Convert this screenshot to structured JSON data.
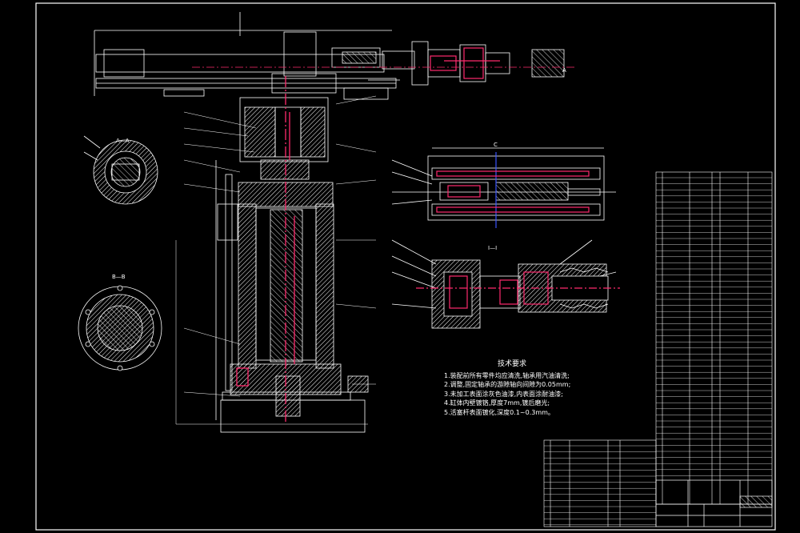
{
  "drawing": {
    "background": "#000000",
    "line_color": "#ffffff",
    "centerline_color": "#ff2a6d",
    "shaft_color": "#3a55ff",
    "hatch_color": "#ffffff",
    "tech_notes": {
      "title": "技术要求",
      "lines": [
        "1.装配前所有零件均应清洗,轴承用汽油清洗;",
        "2.调整,固定轴承的游隙轴向间隙为0.05mm;",
        "3.未加工表面涂灰色油漆,内表面涂耐油漆;",
        "4.缸体内壁镀铬,厚度7mm,镀后磨光;",
        "5.活塞杆表面镀化,深度0.1~0.3mm。"
      ]
    },
    "section_labels": {
      "top_view": "A",
      "left_upper": "A—A",
      "left_lower": "B—B",
      "mid_upper": "C",
      "mid_lower": "I—I"
    }
  }
}
